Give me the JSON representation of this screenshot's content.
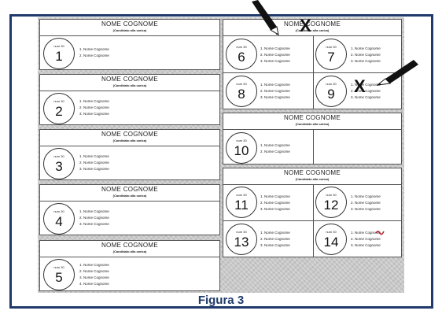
{
  "caption": "Figura 3",
  "header_name": "NOME COGNOME",
  "header_sub": "(Candidato alla carica)",
  "small_label": "num 30",
  "candidates": [
    "1. Nome Cognome",
    "2. Nome Cognome",
    "3. Nome Cognome",
    "4. Nome Cognome"
  ],
  "lists": [
    {
      "num": "1"
    },
    {
      "num": "2"
    },
    {
      "num": "3"
    },
    {
      "num": "4"
    },
    {
      "num": "5"
    },
    {
      "num": "6"
    },
    {
      "num": "7"
    },
    {
      "num": "8"
    },
    {
      "num": "9"
    },
    {
      "num": "10"
    },
    {
      "num": "11"
    },
    {
      "num": "12"
    },
    {
      "num": "13"
    },
    {
      "num": "14"
    }
  ],
  "marks": {
    "x1": "X",
    "x2": "X"
  },
  "colors": {
    "frame": "#1f3a6b",
    "caption": "#1f3a6b",
    "paper": "#c8c8c8"
  }
}
